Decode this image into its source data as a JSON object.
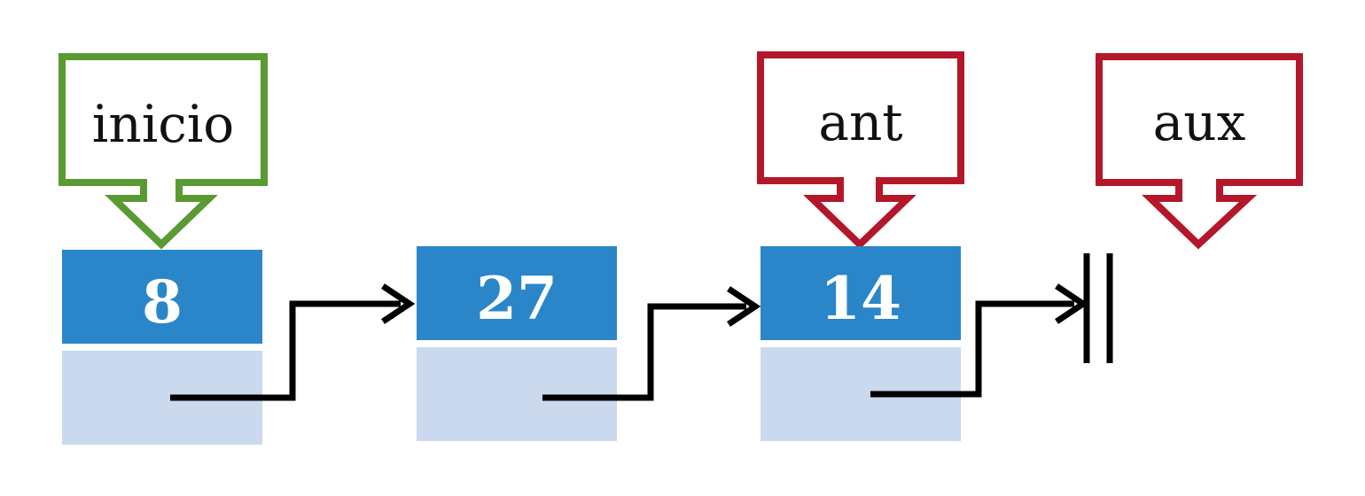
{
  "pointers": [
    {
      "label": "inicio",
      "color": "#5a9a32"
    },
    {
      "label": "ant",
      "color": "#b4172a"
    },
    {
      "label": "aux",
      "color": "#b4172a"
    }
  ],
  "nodes": [
    {
      "value": "8"
    },
    {
      "value": "27"
    },
    {
      "value": "14"
    }
  ],
  "colors": {
    "node_data": "#2a86c8",
    "node_next": "#cbd9ee",
    "link": "#000000",
    "null_terminator": "#000000"
  }
}
